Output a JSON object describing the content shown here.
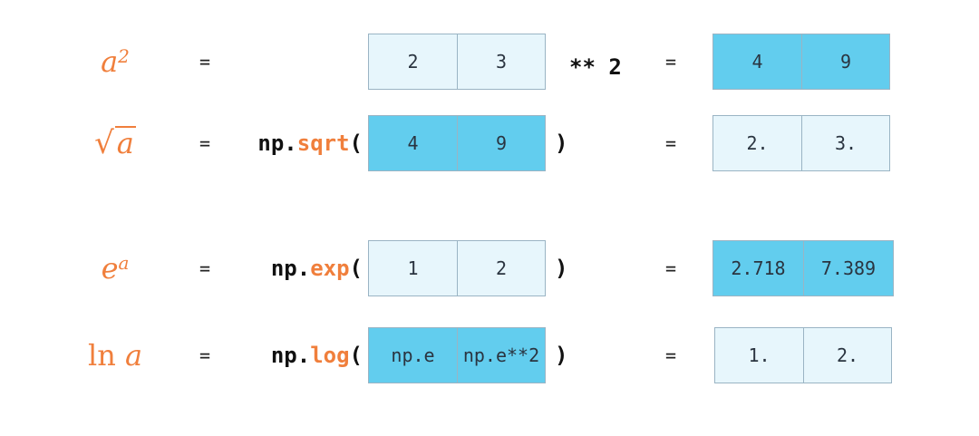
{
  "rows": [
    {
      "math": {
        "base": "a",
        "sup": "2"
      },
      "eq": "=",
      "input": [
        "2",
        "3"
      ],
      "op": "** 2",
      "output": [
        "4",
        "9"
      ]
    },
    {
      "math": {
        "radicand": "a"
      },
      "eq": "=",
      "code": {
        "prefix": "np.",
        "fn": "sqrt",
        "open": "("
      },
      "close": ")",
      "input": [
        "4",
        "9"
      ],
      "output": [
        "2.",
        "3."
      ]
    },
    {
      "math": {
        "base": "e",
        "sup": "a"
      },
      "eq": "=",
      "code": {
        "prefix": "np.",
        "fn": "exp",
        "open": "("
      },
      "close": ")",
      "input": [
        "1",
        "2"
      ],
      "output": [
        "2.718",
        "7.389"
      ]
    },
    {
      "math": {
        "fn": "ln",
        "arg": "a"
      },
      "eq": "=",
      "code": {
        "prefix": "np.",
        "fn": "log",
        "open": "("
      },
      "close": ")",
      "input": [
        "np.e",
        "np.e**2"
      ],
      "output": [
        "1.",
        "2."
      ]
    }
  ],
  "colors": {
    "accent": "#f07f3c",
    "cell_light": "#e7f6fc",
    "cell_dark": "#62cdee",
    "cell_border": "#9ab4c4"
  }
}
